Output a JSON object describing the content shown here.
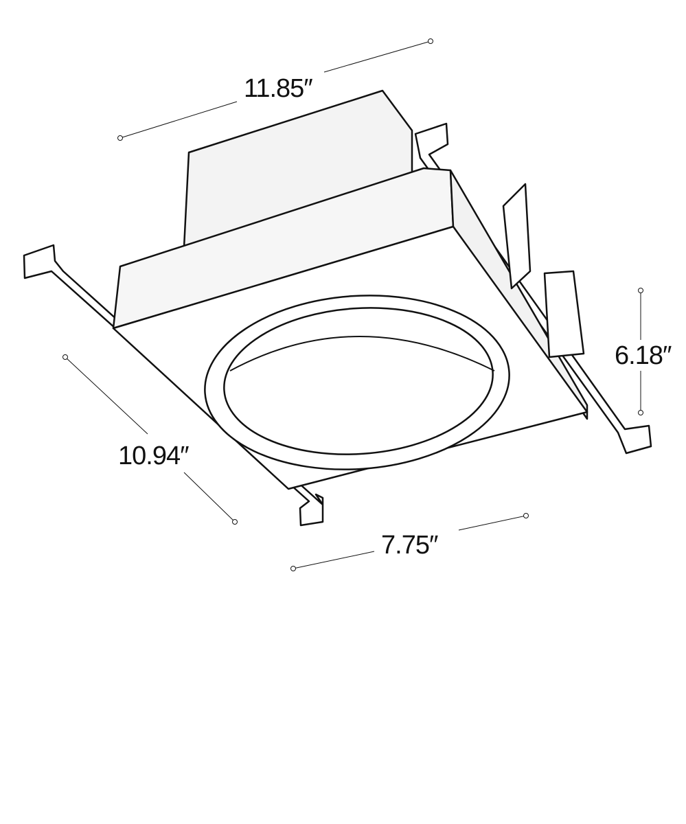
{
  "dimensions": {
    "length": "11.85″",
    "width": "10.94″",
    "height": "6.18″",
    "aperture": "7.75″"
  },
  "colors": {
    "line": "#111111",
    "fill": "#ffffff",
    "shade": "#f1f1f1"
  }
}
